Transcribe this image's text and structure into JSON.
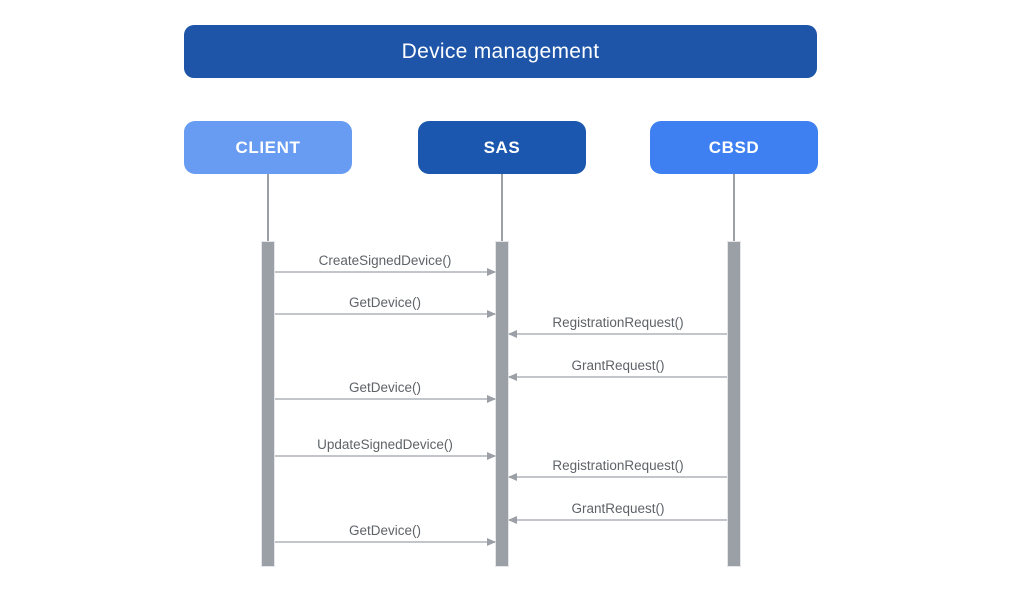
{
  "diagram": {
    "title": "Device management",
    "actors": [
      {
        "id": "client",
        "label": "CLIENT",
        "color": "#689cf2"
      },
      {
        "id": "sas",
        "label": "SAS",
        "color": "#1b57ae"
      },
      {
        "id": "cbsd",
        "label": "CBSD",
        "color": "#3e80f2"
      }
    ],
    "messages": [
      {
        "label": "CreateSignedDevice()",
        "from": "CLIENT",
        "to": "SAS",
        "direction": "right"
      },
      {
        "label": "GetDevice()",
        "from": "CLIENT",
        "to": "SAS",
        "direction": "right"
      },
      {
        "label": "RegistrationRequest()",
        "from": "CBSD",
        "to": "SAS",
        "direction": "left"
      },
      {
        "label": "GrantRequest()",
        "from": "CBSD",
        "to": "SAS",
        "direction": "left"
      },
      {
        "label": "GetDevice()",
        "from": "CLIENT",
        "to": "SAS",
        "direction": "right"
      },
      {
        "label": "UpdateSignedDevice()",
        "from": "CLIENT",
        "to": "SAS",
        "direction": "right"
      },
      {
        "label": "RegistrationRequest()",
        "from": "CBSD",
        "to": "SAS",
        "direction": "left"
      },
      {
        "label": "GrantRequest()",
        "from": "CBSD",
        "to": "SAS",
        "direction": "left"
      },
      {
        "label": "GetDevice()",
        "from": "CLIENT",
        "to": "SAS",
        "direction": "right"
      }
    ],
    "colors": {
      "title_background": "#1e55a8",
      "client_background": "#689cf2",
      "sas_background": "#1b57ae",
      "cbsd_background": "#3e80f2",
      "actor_text": "#ffffff",
      "activation_bar": "#9aa0a6",
      "message_line": "#c2c6cb",
      "arrowhead": "#9aa0a6",
      "message_text": "#5f6368"
    }
  }
}
